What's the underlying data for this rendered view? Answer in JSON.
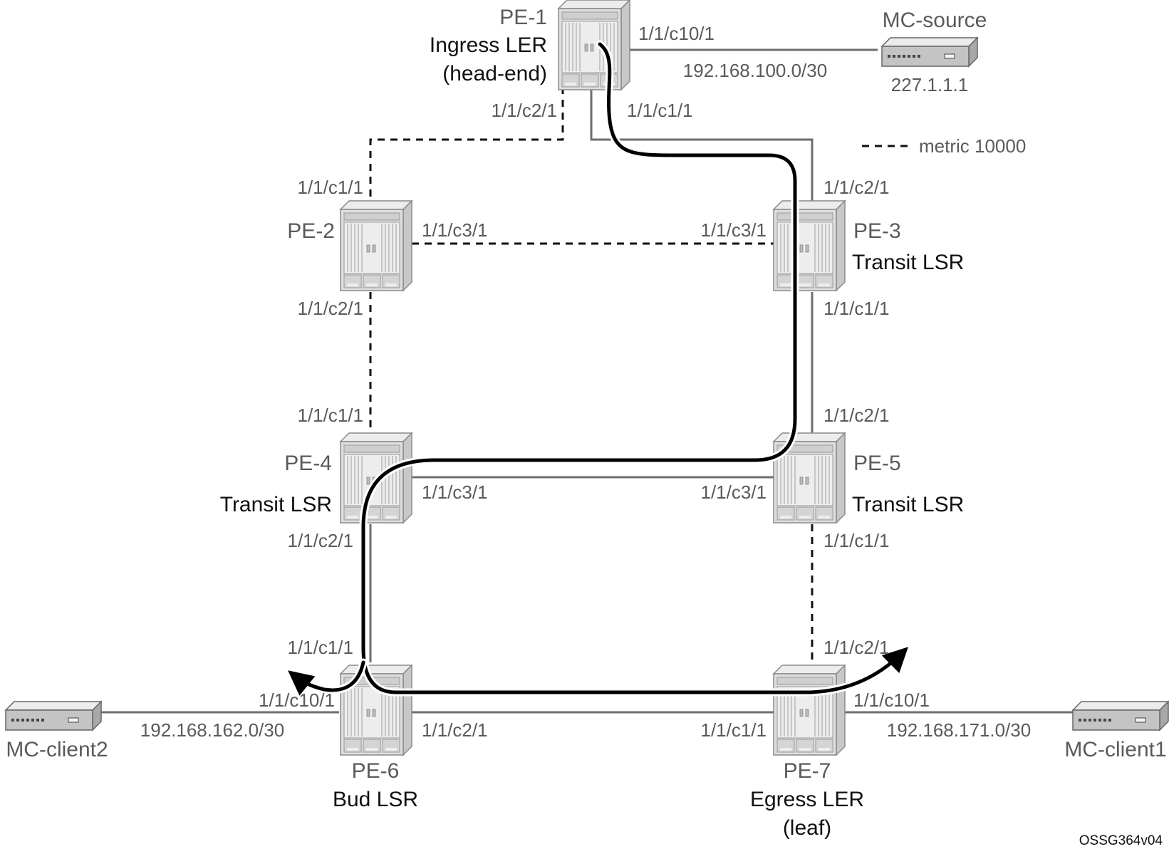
{
  "nodes": {
    "pe1": {
      "name": "PE-1",
      "role1": "Ingress LER",
      "role2": "(head-end)"
    },
    "pe2": {
      "name": "PE-2"
    },
    "pe3": {
      "name": "PE-3",
      "role1": "Transit LSR"
    },
    "pe4": {
      "name": "PE-4",
      "role1": "Transit LSR"
    },
    "pe5": {
      "name": "PE-5",
      "role1": "Transit LSR"
    },
    "pe6": {
      "name": "PE-6",
      "role1": "Bud LSR"
    },
    "pe7": {
      "name": "PE-7",
      "role1": "Egress LER",
      "role2": "(leaf)"
    }
  },
  "hosts": {
    "source": {
      "name": "MC-source",
      "addr": "227.1.1.1"
    },
    "client1": {
      "name": "MC-client1"
    },
    "client2": {
      "name": "MC-client2"
    }
  },
  "ports": {
    "pe1_c10": "1/1/c10/1",
    "pe1_c2": "1/1/c2/1",
    "pe1_c1": "1/1/c1/1",
    "pe2_c1": "1/1/c1/1",
    "pe2_c3": "1/1/c3/1",
    "pe2_c2": "1/1/c2/1",
    "pe3_c2": "1/1/c2/1",
    "pe3_c3": "1/1/c3/1",
    "pe3_c1": "1/1/c1/1",
    "pe4_c1": "1/1/c1/1",
    "pe4_c3": "1/1/c3/1",
    "pe4_c2": "1/1/c2/1",
    "pe5_c2": "1/1/c2/1",
    "pe5_c3": "1/1/c3/1",
    "pe5_c1": "1/1/c1/1",
    "pe6_c1": "1/1/c1/1",
    "pe6_c10": "1/1/c10/1",
    "pe6_c2": "1/1/c2/1",
    "pe7_c2": "1/1/c2/1",
    "pe7_c10": "1/1/c10/1",
    "pe7_c1": "1/1/c1/1"
  },
  "subnets": {
    "source": "192.168.100.0/30",
    "client2": "192.168.162.0/30",
    "client1": "192.168.171.0/30"
  },
  "legend": {
    "dashed": "metric 10000"
  },
  "figure_id": "OSSG364v04",
  "colors": {
    "link": "#6e6e6e",
    "path": "#000000",
    "router_fill": "#dcdcdc",
    "router_stroke": "#8a8a8a"
  }
}
